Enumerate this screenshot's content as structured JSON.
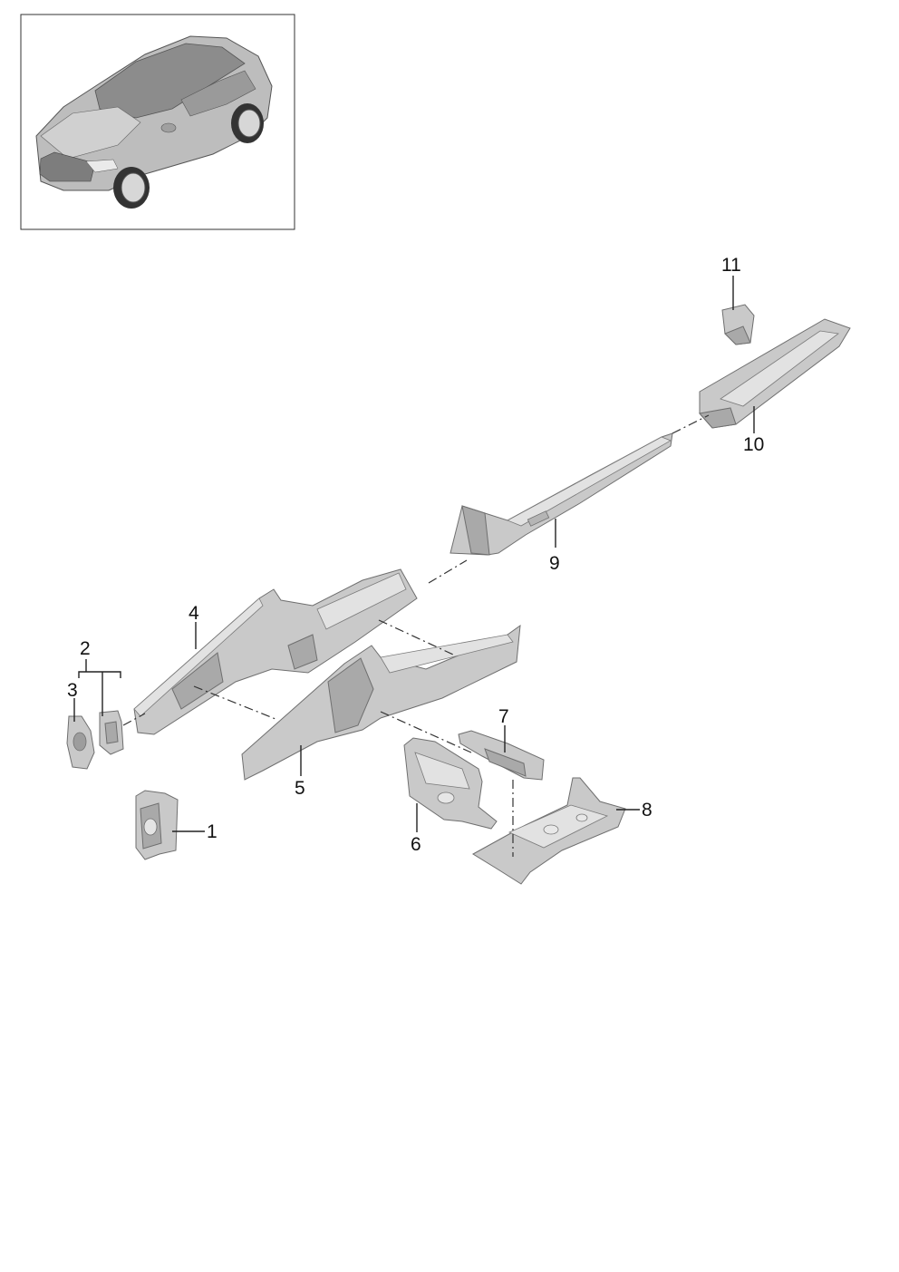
{
  "callouts": [
    {
      "id": "1",
      "label": "1"
    },
    {
      "id": "2",
      "label": "2"
    },
    {
      "id": "3",
      "label": "3"
    },
    {
      "id": "4",
      "label": "4"
    },
    {
      "id": "5",
      "label": "5"
    },
    {
      "id": "6",
      "label": "6"
    },
    {
      "id": "7",
      "label": "7"
    },
    {
      "id": "8",
      "label": "8"
    },
    {
      "id": "9",
      "label": "9"
    },
    {
      "id": "10",
      "label": "10"
    },
    {
      "id": "11",
      "label": "11"
    }
  ],
  "colors": {
    "part_fill": "#c9c9c9",
    "part_shadow": "#a9a9a9",
    "part_highlight": "#e2e2e2",
    "line": "#222222"
  }
}
